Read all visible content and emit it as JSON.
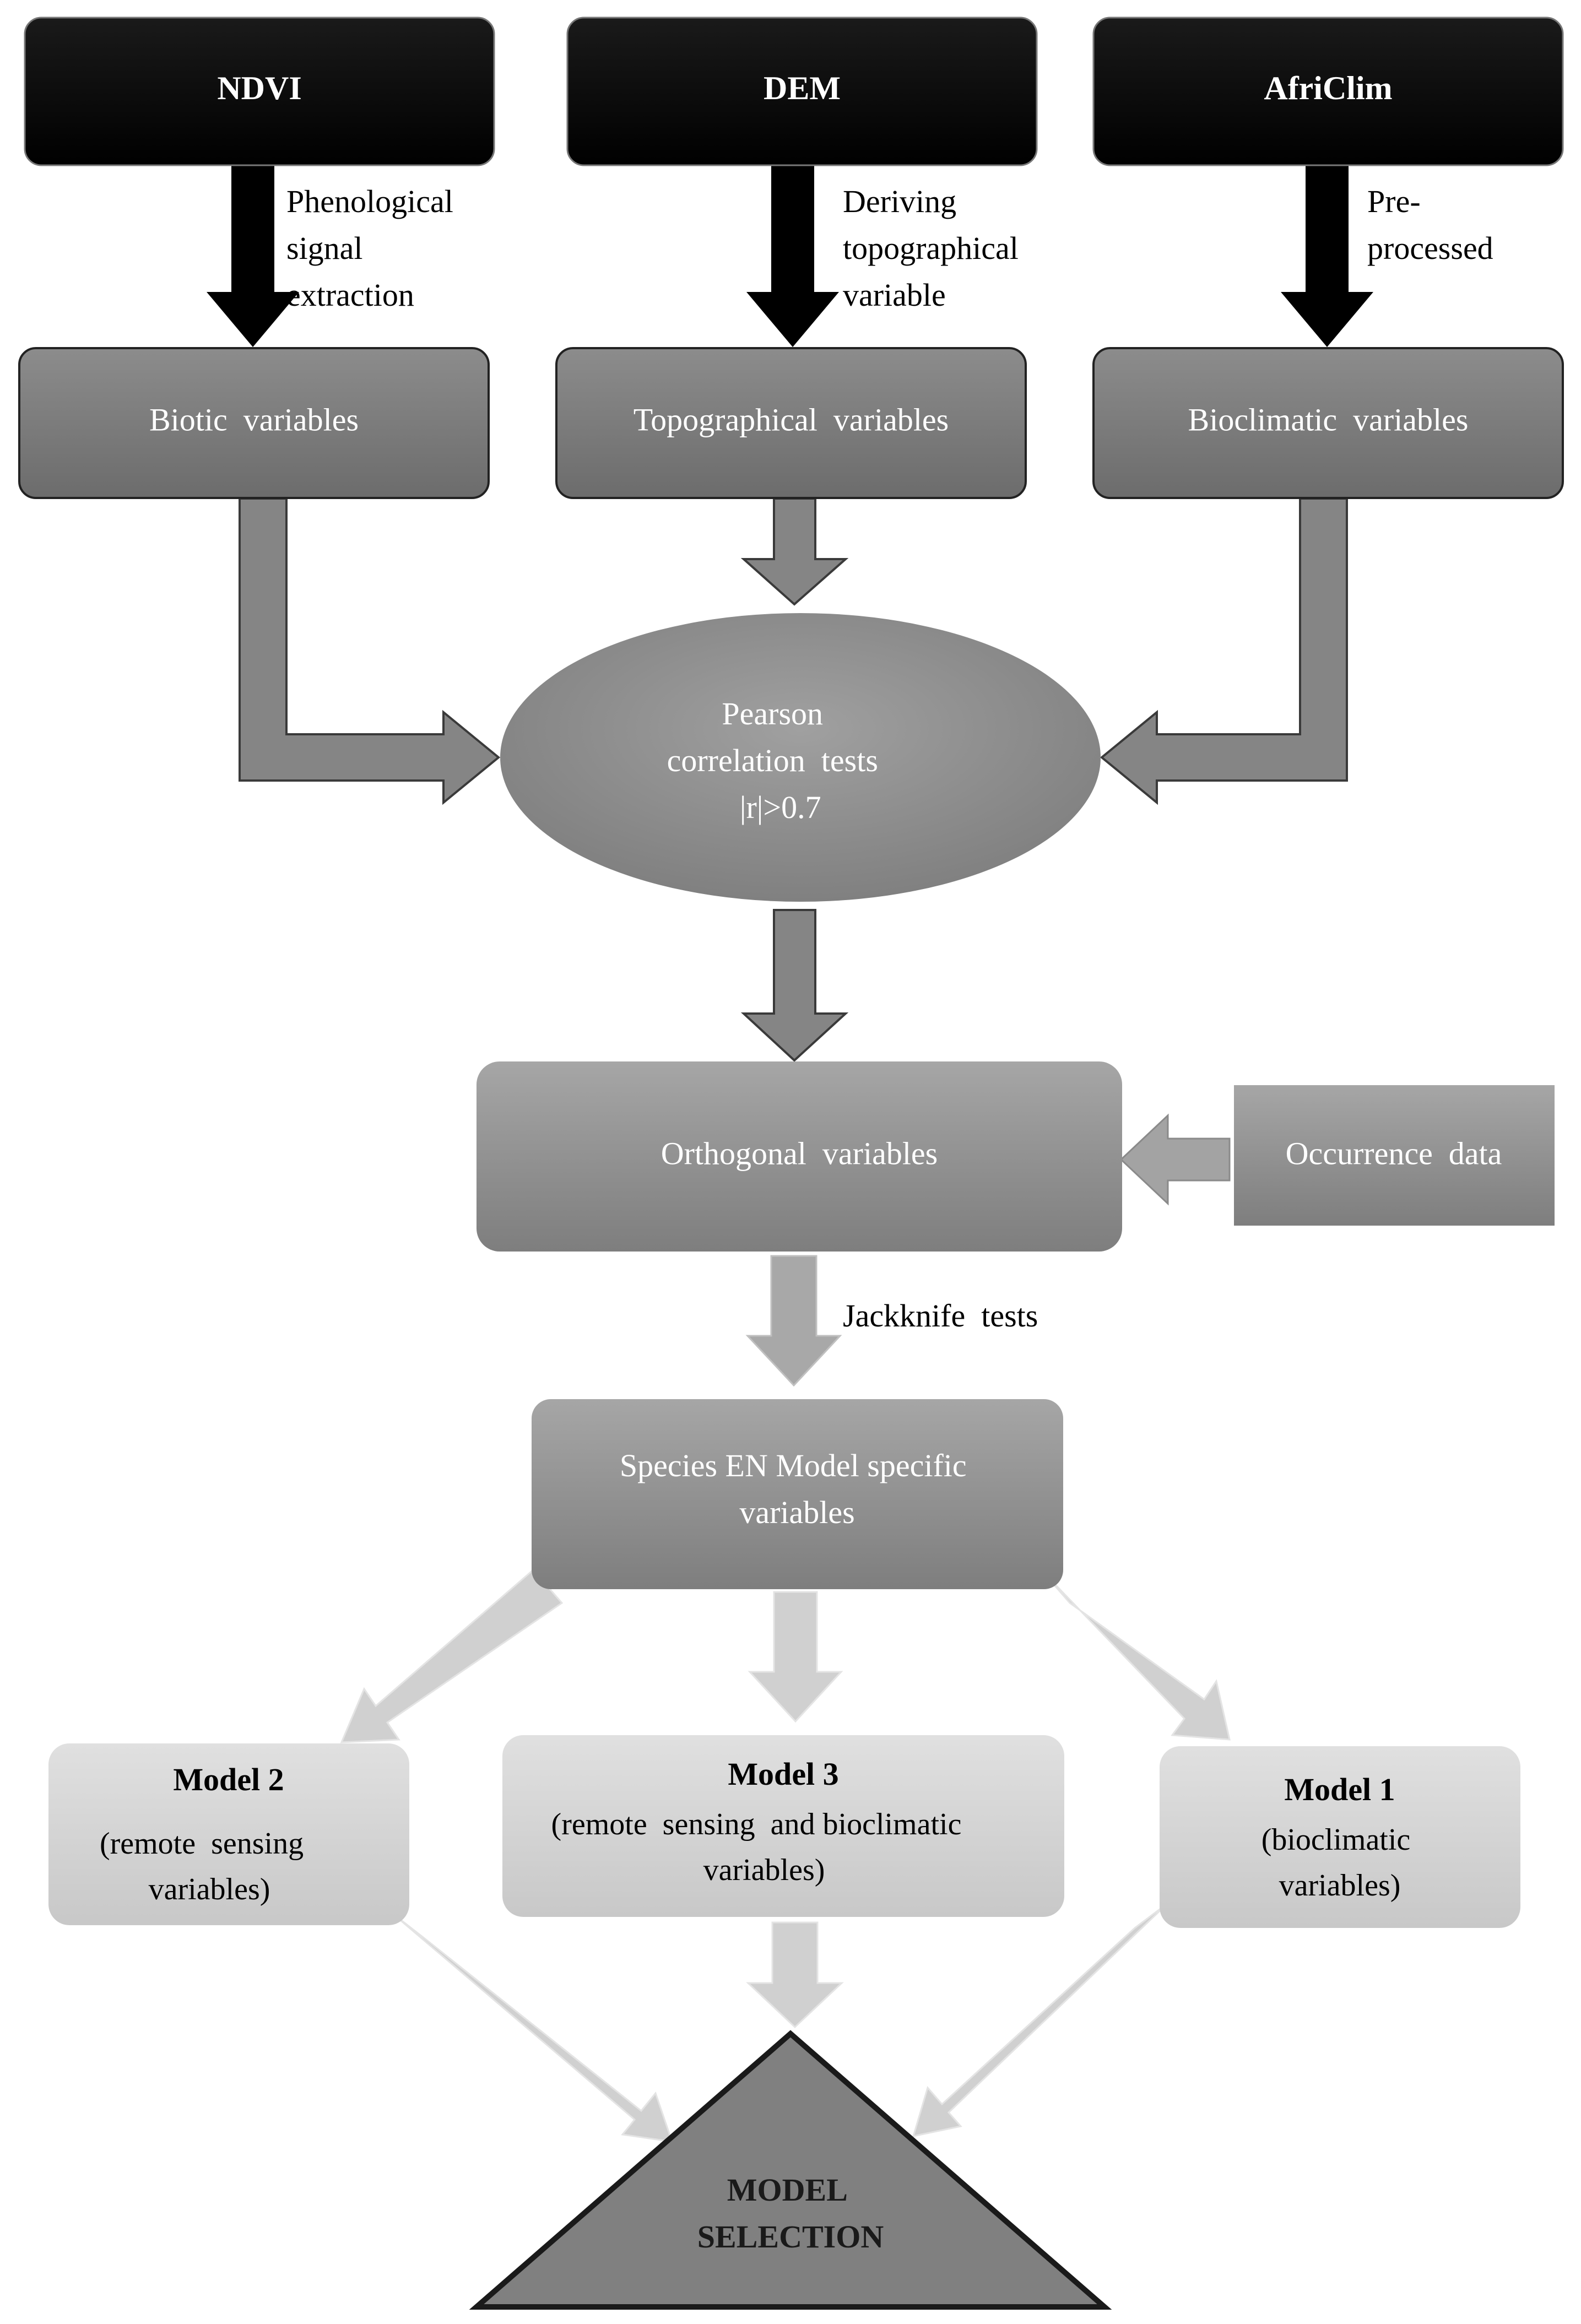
{
  "sources": {
    "ndvi": "NDVI",
    "dem": "DEM",
    "africlim": "AfriClim"
  },
  "processing_labels": {
    "ndvi": [
      "Phenological",
      "signal",
      "extraction"
    ],
    "dem": [
      "Deriving",
      "topographical",
      "variable"
    ],
    "africlim": [
      "Pre-",
      "processed"
    ]
  },
  "variable_groups": {
    "biotic": "Biotic  variables",
    "topographical": "Topographical  variables",
    "bioclimatic": "Bioclimatic  variables"
  },
  "correlation": [
    "Pearson",
    "correlation  tests",
    "|r|>0.7"
  ],
  "orthogonal": "Orthogonal  variables",
  "occurrence": "Occurrence  data",
  "jackknife": "Jackknife  tests",
  "species_model": [
    "Species EN Model specific",
    "variables"
  ],
  "models": {
    "model2": {
      "title": "Model 2",
      "desc": [
        "(remote  sensing",
        "variables)"
      ]
    },
    "model3": {
      "title": "Model 3",
      "desc": [
        "(remote  sensing  and bioclimatic",
        "variables)"
      ]
    },
    "model1": {
      "title": "Model 1",
      "desc": [
        "(bioclimatic",
        "variables)"
      ]
    }
  },
  "selection": [
    "MODEL",
    "SELECTION"
  ],
  "colors": {
    "source_box": "#000000",
    "variable_box": "#7a7a7a",
    "correlation_ellipse": "#8e8e8e",
    "model_box": "#d4d4d4",
    "selection_triangle": "#7f7f7f",
    "dark_arrow": "#000000",
    "mid_arrow": "#777777",
    "light_arrow": "#cfcfcf"
  }
}
